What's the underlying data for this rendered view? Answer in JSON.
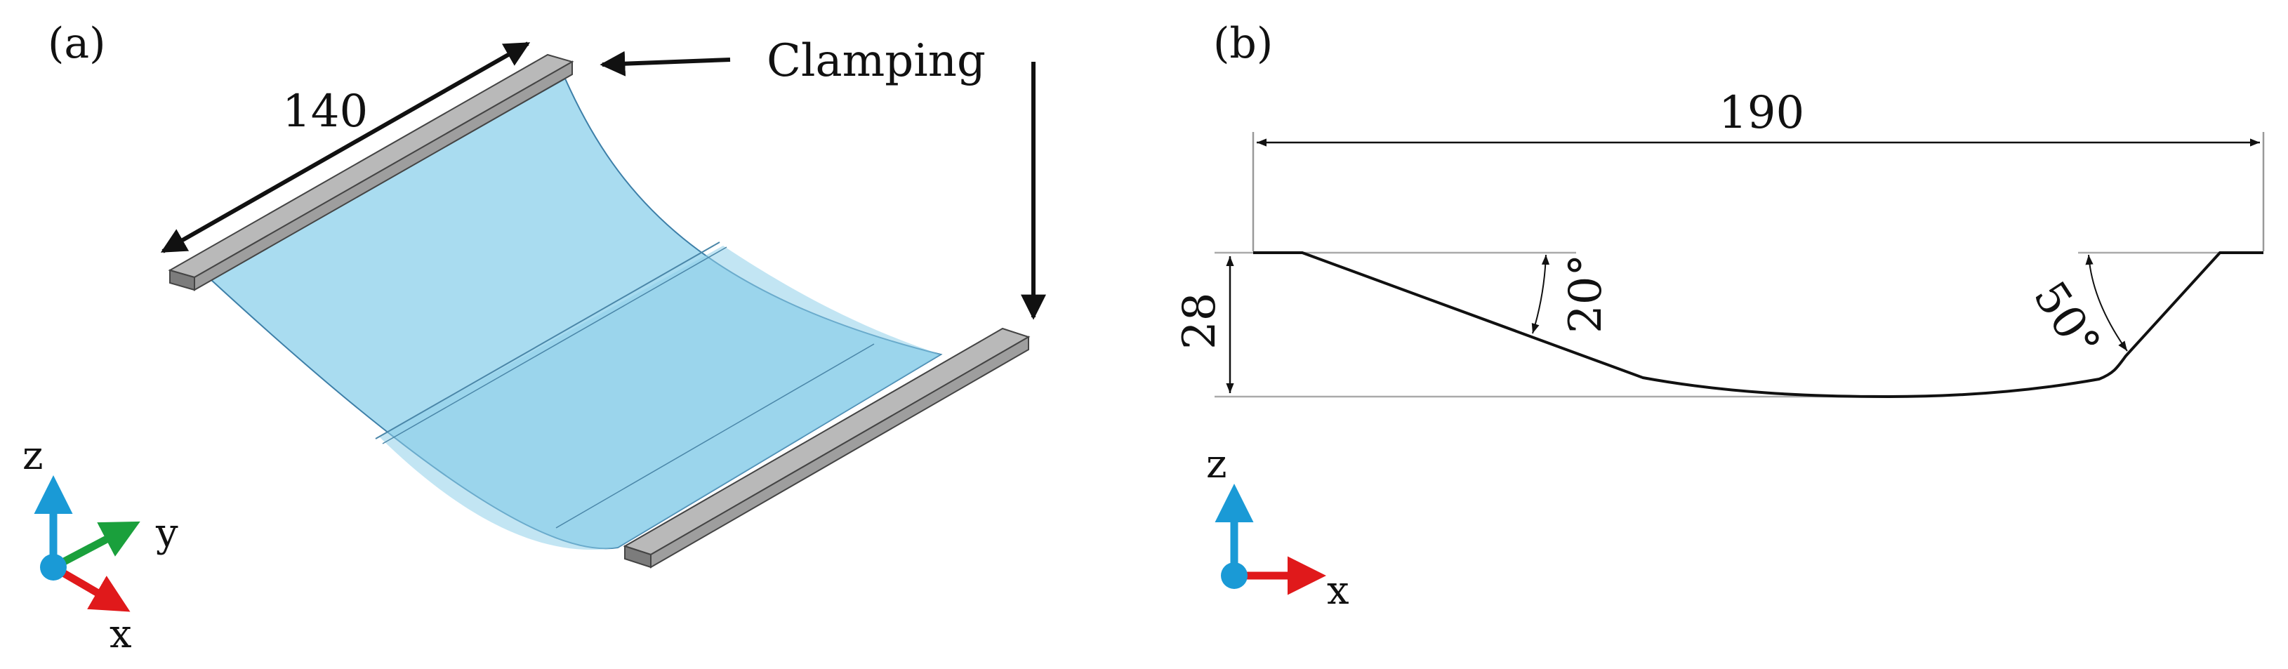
{
  "panel_a": {
    "label": "(a)",
    "length_dim": "140",
    "clamping_label": "Clamping",
    "axes": {
      "z": "z",
      "y": "y",
      "x": "x"
    }
  },
  "panel_b": {
    "label": "(b)",
    "width_dim": "190",
    "height_dim": "28",
    "angle_left": "20°",
    "angle_right": "50°",
    "axes": {
      "z": "z",
      "x": "x"
    }
  },
  "colors": {
    "sheet": "#a9dcf0",
    "clamp": "#9e9e9e",
    "axis_z": "#1a9ad6",
    "axis_y": "#1aa03c",
    "axis_x": "#e0191b"
  }
}
